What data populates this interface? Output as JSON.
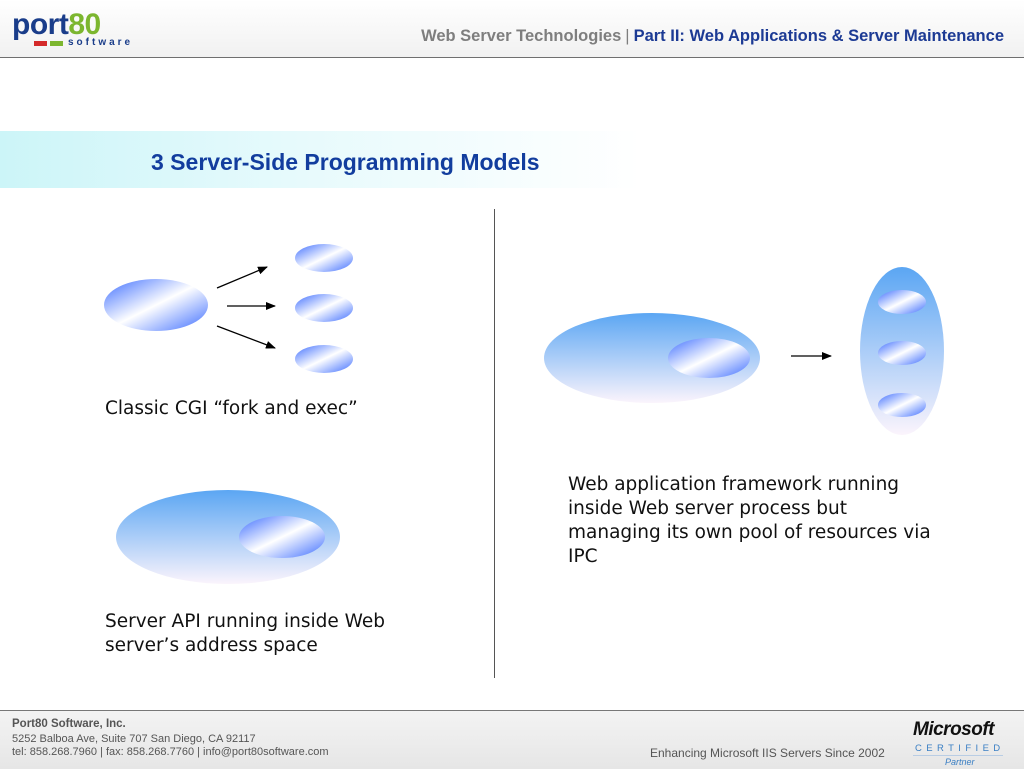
{
  "header": {
    "logo": {
      "brand": "port",
      "brand_number": "80",
      "sub": "software"
    },
    "title_part1": "Web Server Technologies",
    "separator": "|",
    "title_part2": "Part II: Web Applications & Server Maintenance"
  },
  "slide": {
    "title": "3 Server-Side Programming Models",
    "models": [
      {
        "caption": "Classic CGI “fork and exec”"
      },
      {
        "caption": "Server API running inside Web server’s address space"
      },
      {
        "caption": "Web application framework running inside Web server process but managing its own pool of resources via IPC"
      }
    ]
  },
  "footer": {
    "company": "Port80 Software, Inc.",
    "address": "5252 Balboa Ave, Suite 707 San Diego, CA 92117",
    "contact": "tel: 858.268.7960 | fax: 858.268.7760 | info@port80software.com",
    "tagline": "Enhancing Microsoft IIS Servers Since 2002",
    "badge": {
      "brand": "Microsoft",
      "certified": "CERTIFIED",
      "partner": "Partner"
    }
  },
  "colors": {
    "title_blue": "#123d9e",
    "header_blue": "#1c3a94",
    "logo_green": "#7cb62f",
    "logo_red": "#d42a2a",
    "blob_blue": "#3d6dff"
  }
}
